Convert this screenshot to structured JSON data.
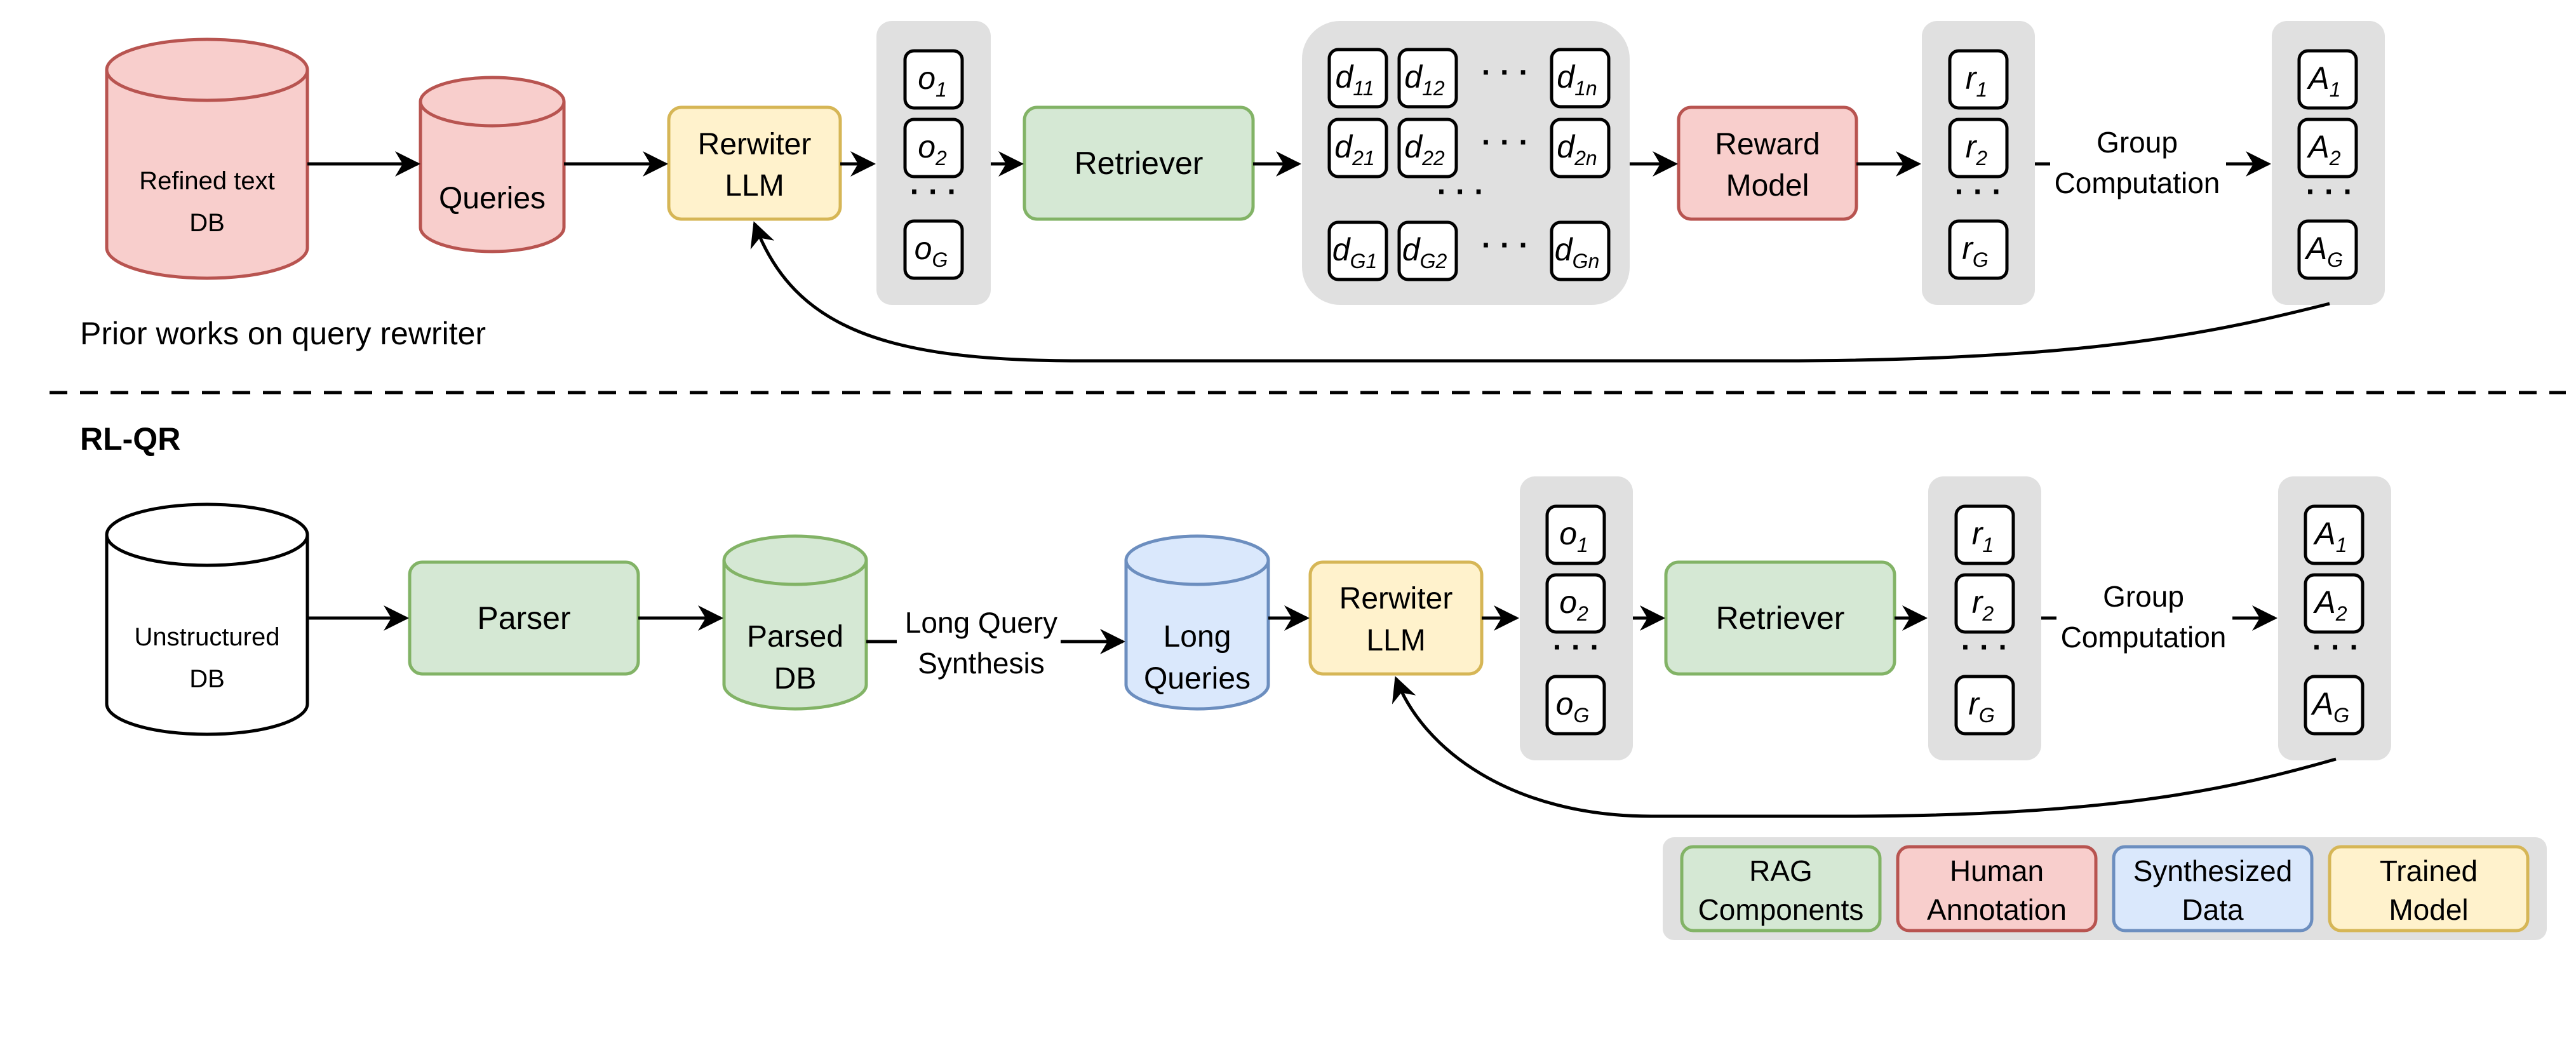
{
  "top_section": {
    "caption": "Prior works on query rewriter",
    "db_label_line1": "Refined text",
    "db_label_line2": "DB",
    "queries_label": "Queries",
    "rewriter_line1": "Rerwiter",
    "rewriter_line2": "LLM",
    "retriever_label": "Retriever",
    "reward_line1": "Reward",
    "reward_line2": "Model",
    "group_line1": "Group",
    "group_line2": "Computation",
    "outputs": [
      {
        "base": "o",
        "sub": "1"
      },
      {
        "base": "o",
        "sub": "2"
      },
      {
        "base": "o",
        "sub": "G"
      }
    ],
    "docs_row1": [
      {
        "base": "d",
        "sub": "11"
      },
      {
        "base": "d",
        "sub": "12"
      },
      {
        "base": "d",
        "sub": "1n"
      }
    ],
    "docs_row2": [
      {
        "base": "d",
        "sub": "21"
      },
      {
        "base": "d",
        "sub": "22"
      },
      {
        "base": "d",
        "sub": "2n"
      }
    ],
    "docs_row3": [
      {
        "base": "d",
        "sub": "G1"
      },
      {
        "base": "d",
        "sub": "G2"
      },
      {
        "base": "d",
        "sub": "Gn"
      }
    ],
    "rewards": [
      {
        "base": "r",
        "sub": "1"
      },
      {
        "base": "r",
        "sub": "2"
      },
      {
        "base": "r",
        "sub": "G"
      }
    ],
    "advantages": [
      {
        "base": "A",
        "sub": "1"
      },
      {
        "base": "A",
        "sub": "2"
      },
      {
        "base": "A",
        "sub": "G"
      }
    ]
  },
  "bottom_section": {
    "title": "RL-QR",
    "db_label_line1": "Unstructured",
    "db_label_line2": "DB",
    "parser_label": "Parser",
    "parsed_line1": "Parsed",
    "parsed_line2": "DB",
    "synthesis_line1": "Long Query",
    "synthesis_line2": "Synthesis",
    "long_line1": "Long",
    "long_line2": "Queries",
    "rewriter_line1": "Rerwiter",
    "rewriter_line2": "LLM",
    "retriever_label": "Retriever",
    "group_line1": "Group",
    "group_line2": "Computation",
    "outputs": [
      {
        "base": "o",
        "sub": "1"
      },
      {
        "base": "o",
        "sub": "2"
      },
      {
        "base": "o",
        "sub": "G"
      }
    ],
    "rewards": [
      {
        "base": "r",
        "sub": "1"
      },
      {
        "base": "r",
        "sub": "2"
      },
      {
        "base": "r",
        "sub": "G"
      }
    ],
    "advantages": [
      {
        "base": "A",
        "sub": "1"
      },
      {
        "base": "A",
        "sub": "2"
      },
      {
        "base": "A",
        "sub": "G"
      }
    ]
  },
  "ellipsis": "· · ·",
  "legend": {
    "rag_line1": "RAG",
    "rag_line2": "Components",
    "human_line1": "Human",
    "human_line2": "Annotation",
    "synth_line1": "Synthesized",
    "synth_line2": "Data",
    "trained_line1": "Trained",
    "trained_line2": "Model"
  },
  "colors": {
    "green_fill": "#d5e8d4",
    "green_stroke": "#82b366",
    "red_fill": "#f8cecc",
    "red_stroke": "#b85450",
    "blue_fill": "#dae8fc",
    "blue_stroke": "#6c8ebf",
    "yellow_fill": "#fff2cc",
    "yellow_stroke": "#d6b656",
    "gray_panel": "#e0e0e0"
  }
}
